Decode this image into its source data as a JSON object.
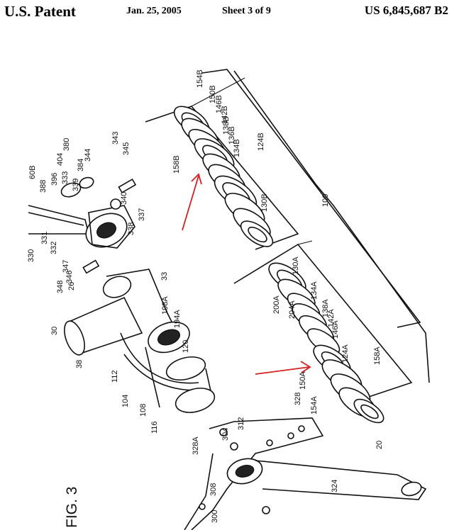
{
  "header": {
    "left": "U.S. Patent",
    "date": "Jan. 25, 2005",
    "sheet": "Sheet 3 of 9",
    "number": "US 6,845,687 B2"
  },
  "figure": {
    "label": "FIG. 3",
    "colors": {
      "ink": "#111111",
      "annotation_arrow": "#d42020"
    },
    "ref_labels": [
      "380",
      "404",
      "384",
      "60B",
      "388",
      "396",
      "333",
      "339",
      "344",
      "343",
      "345",
      "340",
      "337",
      "338",
      "331",
      "332",
      "330",
      "347",
      "346",
      "348",
      "26",
      "154B",
      "150B",
      "146B",
      "142B",
      "138B",
      "136B",
      "134B",
      "124B",
      "158B",
      "130B",
      "100",
      "130A",
      "200A",
      "134A",
      "204A",
      "138A",
      "142A",
      "146A",
      "124A",
      "158A",
      "150A",
      "154A",
      "33",
      "198A",
      "194A",
      "120",
      "30",
      "38",
      "112",
      "104",
      "108",
      "116",
      "328",
      "312",
      "304",
      "328A",
      "308",
      "300",
      "324",
      "20"
    ]
  }
}
